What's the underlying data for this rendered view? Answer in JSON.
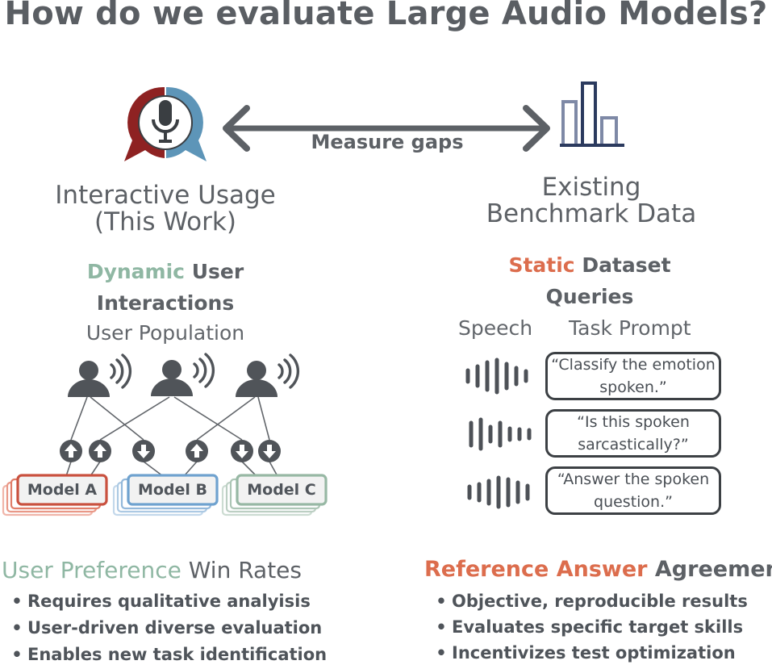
{
  "title": "How do we evaluate Large Audio Models?",
  "arrow_label": "Measure gaps",
  "left": {
    "heading_line1": "Interactive Usage",
    "heading_line2": "(This Work)",
    "dynamic_word": "Dynamic",
    "dynamic_rest": " User",
    "interactions": "Interactions",
    "population": "User Population",
    "models": [
      "Model A",
      "Model B",
      "Model C"
    ],
    "section_highlight": "User Preference",
    "section_rest": " Win Rates",
    "bullets": [
      "Requires qualitative analyisis",
      "User-driven diverse evaluation",
      "Enables new task identification"
    ]
  },
  "right": {
    "heading_line1": "Existing",
    "heading_line2": "Benchmark Data",
    "static_word": "Static",
    "static_rest": " Dataset",
    "queries": "Queries",
    "speech_label": "Speech",
    "task_label": "Task Prompt",
    "prompts": [
      "“Classify the emotion spoken.”",
      "“Is this spoken sarcastically?”",
      "“Answer the spoken question.”"
    ],
    "section_highlight": "Reference Answer",
    "section_rest": " Agreement",
    "bullets": [
      "Objective, reproducible results",
      "Evaluates specific target skills",
      "Incentivizes test optimization"
    ]
  },
  "colors": {
    "dynamic_green": "#8fb7a3",
    "static_orange": "#dc6d4d",
    "model_a": "#c9513f",
    "model_b": "#6fa2cf",
    "model_c": "#97b8a4",
    "mic_red": "#8e2222",
    "mic_blue": "#5d95b8",
    "dark": "#404448"
  },
  "icons": [
    "microphone-speech-bubble-icon",
    "bar-chart-icon",
    "user-speaking-icon",
    "thumbs-arrow-icon",
    "waveform-icon"
  ]
}
